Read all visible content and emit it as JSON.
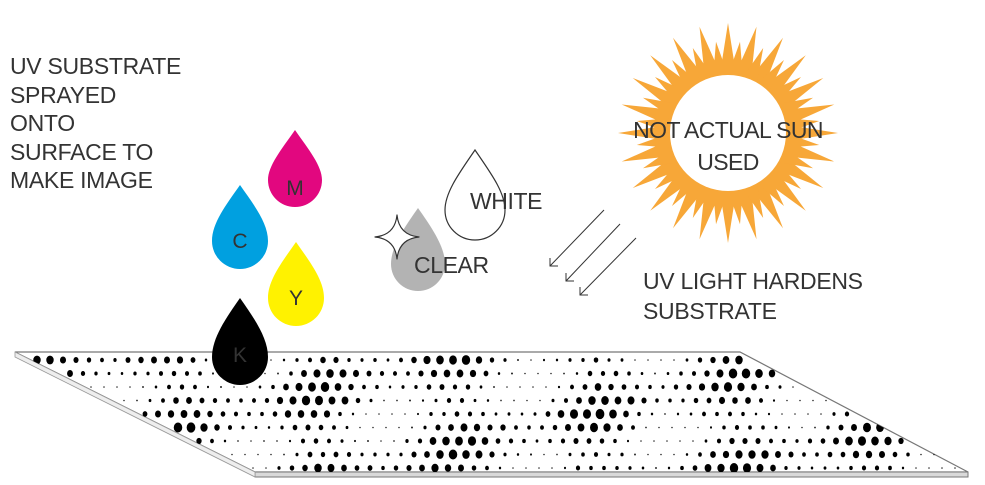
{
  "caption_left": {
    "lines": [
      "UV SUBSTRATE",
      "SPRAYED",
      "ONTO",
      "SURFACE TO",
      "MAKE IMAGE"
    ]
  },
  "caption_right": {
    "lines": [
      "UV LIGHT HARDENS",
      "SUBSTRATE"
    ]
  },
  "sun": {
    "lines": [
      "NOT ACTUAL SUN",
      "USED"
    ],
    "color": "#f7a738"
  },
  "drops": {
    "m": {
      "label": "M",
      "color": "#e2077f"
    },
    "c": {
      "label": "C",
      "color": "#00a0e0"
    },
    "y": {
      "label": "Y",
      "color": "#fff200"
    },
    "k": {
      "label": "K",
      "color": "#000000"
    },
    "white": {
      "label": "WHITE",
      "color": "#ffffff"
    },
    "clear": {
      "label": "CLEAR",
      "color": "#b3b3b3"
    }
  },
  "surface": {
    "dot_color": "#000000"
  }
}
